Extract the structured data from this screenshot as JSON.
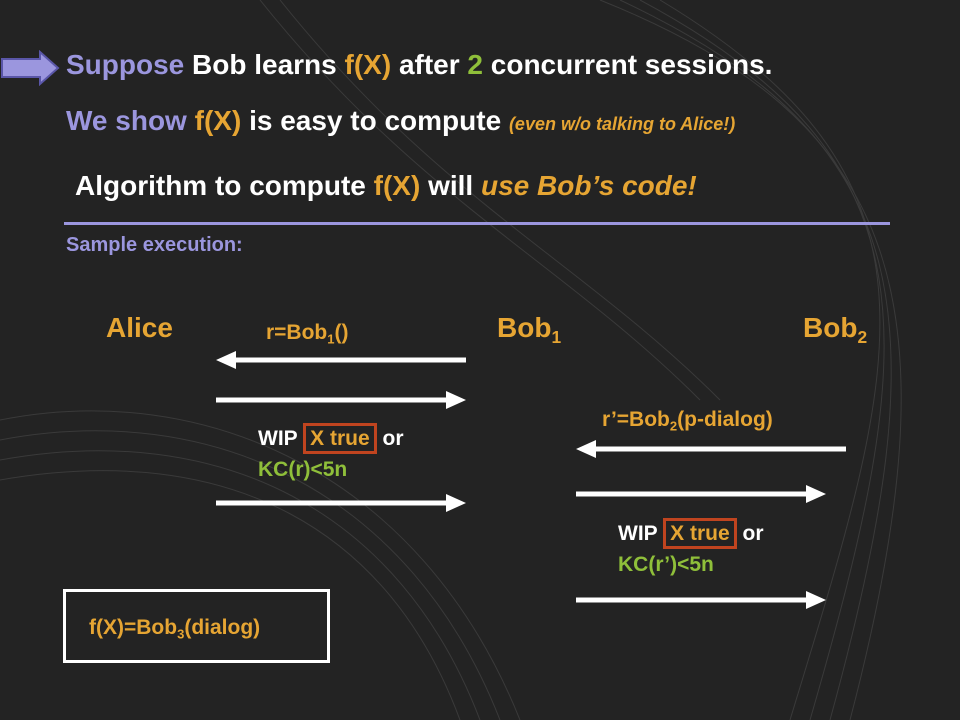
{
  "colors": {
    "background": "#232323",
    "purple": "#9b96de",
    "orange": "#e6a533",
    "green": "#8fbf3a",
    "white": "#ffffff",
    "red_box": "#c0441f"
  },
  "line1": {
    "suppose": "Suppose",
    "bob_learns": "Bob learns",
    "fx": "f(X)",
    "after": "after",
    "two": "2",
    "rest": "concurrent sessions."
  },
  "line2": {
    "we_show": "We show",
    "fx": "f(X)",
    "rest": "is easy to compute",
    "note": "(even w/o talking to Alice!)"
  },
  "line3": {
    "algo": "Algorithm to compute",
    "fx": "f(X)",
    "will": "will",
    "use": "use Bob’s code!"
  },
  "sample": "Sample execution:",
  "parties": {
    "alice": "Alice",
    "bob1": "Bob",
    "bob1_sub": "1",
    "bob2": "Bob",
    "bob2_sub": "2"
  },
  "msg1": {
    "pre": "r=Bob",
    "sub": "1",
    "post": "()"
  },
  "wip1": {
    "wip": "WIP",
    "xtrue": "X true",
    "or": "or",
    "kc": "KC(r)<5n"
  },
  "msg2": {
    "pre": "r’=Bob",
    "sub": "2",
    "post": "(p-dialog)"
  },
  "wip2": {
    "wip": "WIP",
    "xtrue": "X true",
    "or": "or",
    "kc": "KC(r’)<5n"
  },
  "result": {
    "pre": "f(X)=Bob",
    "sub": "3",
    "post": "(dialog)"
  }
}
